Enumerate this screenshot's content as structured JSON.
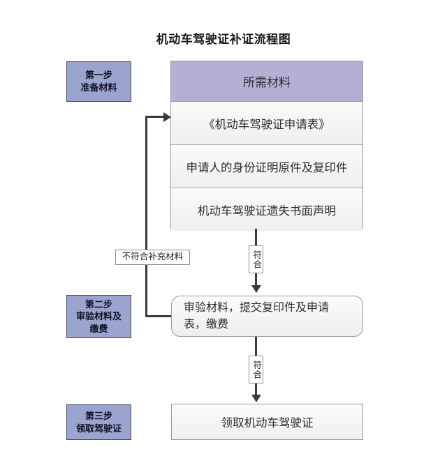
{
  "page": {
    "title": "机动车驾驶证补证流程图",
    "accent_step_bg": "#9aa4ce",
    "accent_header_bg": "#b7afd3",
    "line_color": "#3a3a3a"
  },
  "steps": [
    {
      "name": "step-one",
      "line1": "第一步",
      "line2": "准备材料",
      "line3": ""
    },
    {
      "name": "step-two",
      "line1": "第二步",
      "line2": "审验材料及",
      "line3": "缴费"
    },
    {
      "name": "step-three",
      "line1": "第三步",
      "line2": "领取驾驶证",
      "line3": ""
    }
  ],
  "materials": {
    "header": "所需材料",
    "rows": [
      "《机动车驾驶证申请表》",
      "申请人的身份证明原件及复印件",
      "机动车驾驶证遗失书面声明"
    ]
  },
  "process": {
    "text": "审验材料，提交复印件及申请表，缴费"
  },
  "final": {
    "text": "领取机动车驾驶证"
  },
  "edges": {
    "qualified_1": "符合",
    "qualified_2": "符合",
    "unqualified": "不符合补充材料"
  }
}
